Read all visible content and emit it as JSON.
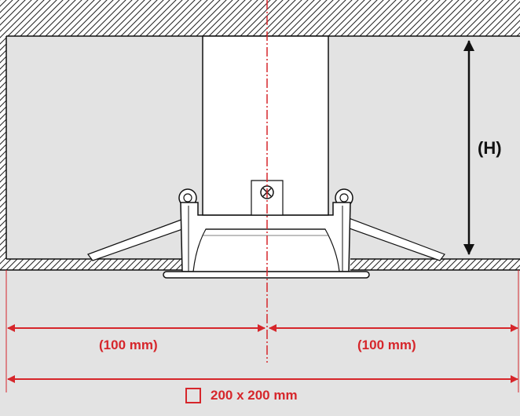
{
  "diagram": {
    "height_label": "(H)",
    "left_distance_label": "(100 mm)",
    "right_distance_label": "(100 mm)",
    "cutout_label": "200 x 200 mm",
    "cutout_icon": "square-icon",
    "colors": {
      "dimension": "#d6262b",
      "outline": "#111111",
      "background": "#e3e3e3",
      "fixture": "#ffffff"
    }
  }
}
